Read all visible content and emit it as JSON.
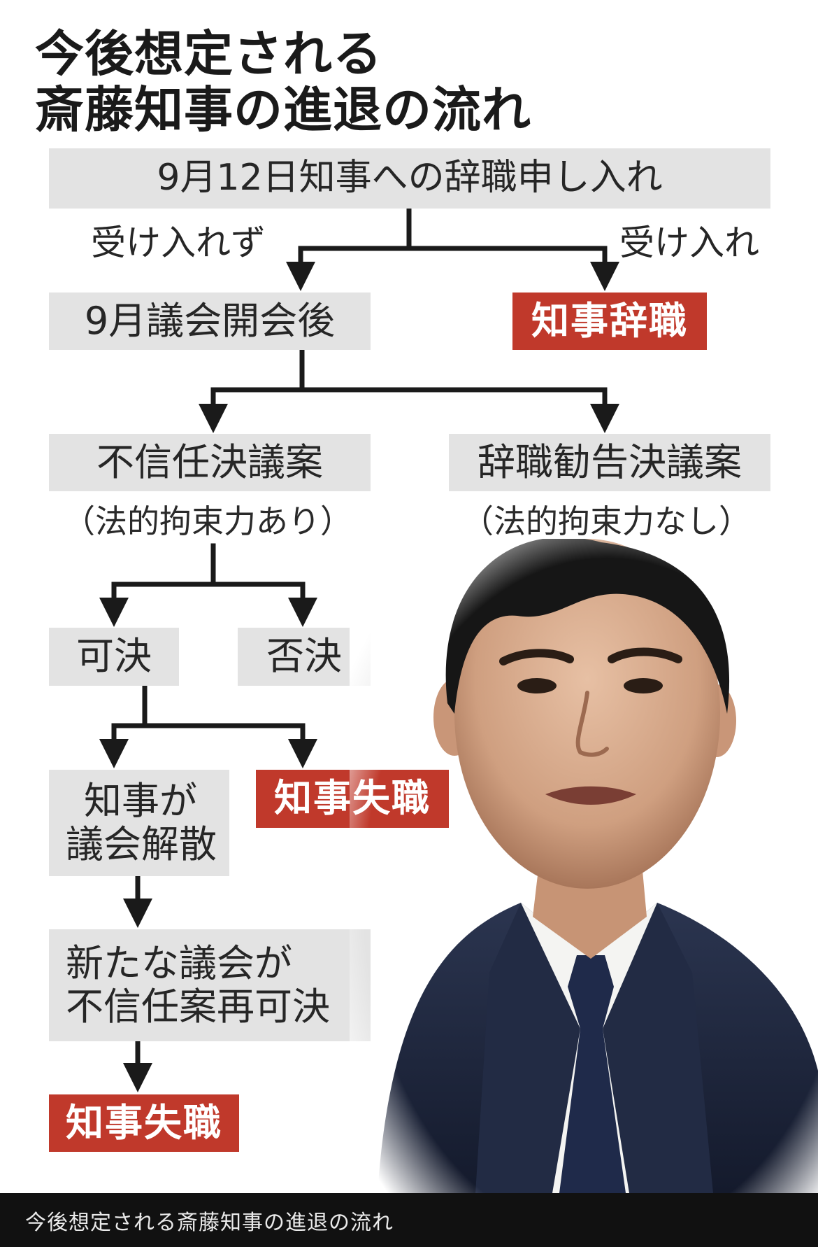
{
  "title": {
    "line1": "今後想定される",
    "line2": "斎藤知事の進退の流れ"
  },
  "nodes": {
    "start": "9月12日知事への辞職申し入れ",
    "branch_reject": "受け入れず",
    "branch_accept": "受け入れ",
    "resign": "知事辞職",
    "assembly_open": "9月議会開会後",
    "no_confidence": "不信任決議案",
    "no_confidence_note": "（法的拘束力あり）",
    "resign_recommend": "辞職勧告決議案",
    "resign_recommend_note": "（法的拘束力なし）",
    "passed": "可決",
    "rejected": "否決",
    "dissolve_line1": "知事が",
    "dissolve_line2": "議会解散",
    "lose_office_1": "知事失職",
    "new_assembly_line1": "新たな議会が",
    "new_assembly_line2": "不信任案再可決",
    "lose_office_2": "知事失職"
  },
  "colors": {
    "box_gray": "#e3e3e3",
    "box_red": "#c0392b",
    "line": "#1a1a1a",
    "caption_bg": "#111111"
  },
  "caption": "今後想定される斎藤知事の進退の流れ"
}
